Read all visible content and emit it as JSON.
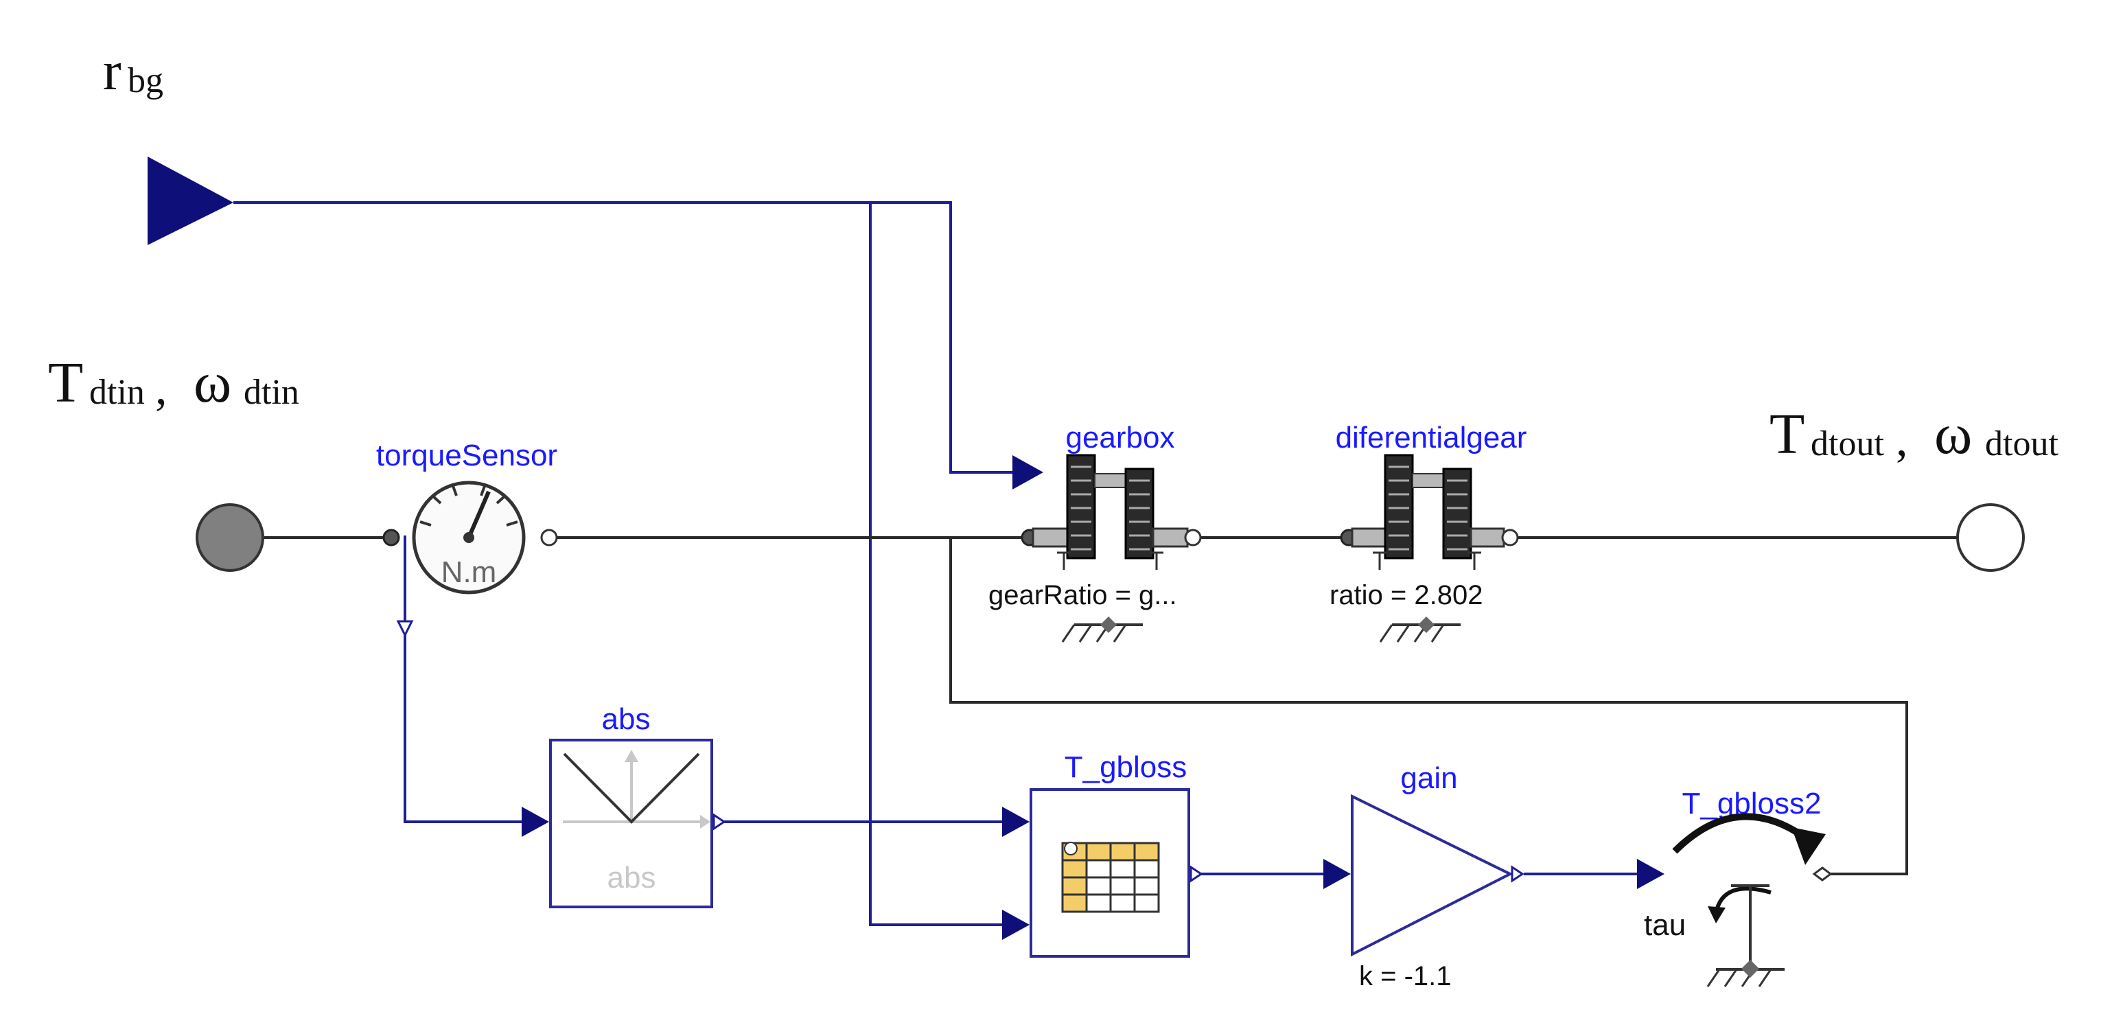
{
  "signals": {
    "rbg": {
      "main": "r",
      "sub": "bg"
    },
    "input": {
      "main1": "T",
      "sub1": "dtin",
      "sep": ",",
      "main2": "ω",
      "sub2": "dtin"
    },
    "output": {
      "main1": "T",
      "sub1": "dtout",
      "sep": ",",
      "main2": "ω",
      "sub2": "dtout"
    }
  },
  "blocks": {
    "torqueSensor": {
      "name": "torqueSensor",
      "unit": "N.m"
    },
    "gearbox": {
      "name": "gearbox",
      "param": "gearRatio = g..."
    },
    "differentialgear": {
      "name": "diferentialgear",
      "param": "ratio = 2.802"
    },
    "abs": {
      "name": "abs",
      "inner": "abs"
    },
    "table": {
      "name": "T_gbloss"
    },
    "gain": {
      "name": "gain",
      "param": "k = -1.1"
    },
    "torque": {
      "name": "T_gbloss2",
      "port": "tau"
    }
  },
  "colors": {
    "wire_signal": "#1e1e9a",
    "wire_mechanical": "#2a2a2a",
    "label_blue": "#1a1aff",
    "table_cell": "#f4cd6b"
  }
}
